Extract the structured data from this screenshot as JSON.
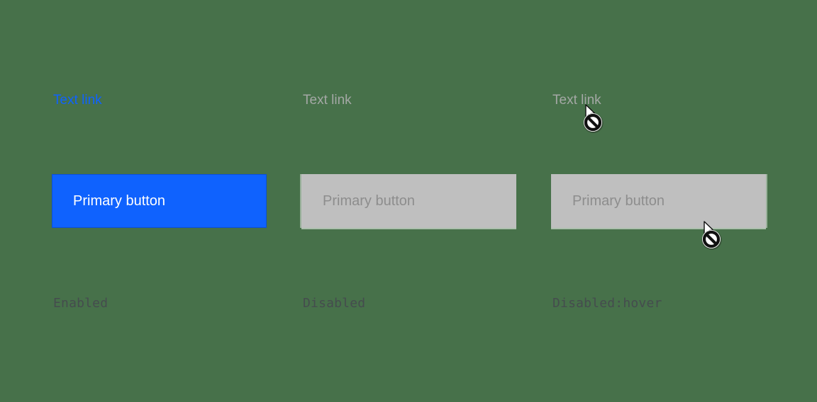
{
  "colors": {
    "background": "#47714a",
    "link_enabled": "#0f62fe",
    "link_disabled": "#a4a8a5",
    "button_primary_bg": "#0f62fe",
    "button_primary_text": "#ffffff",
    "button_disabled_bg": "#bfbfbf",
    "button_disabled_text": "#8d8d8d",
    "state_label": "#454c4e"
  },
  "columns": [
    {
      "state": "enabled",
      "text_link": {
        "label": "Text link",
        "color": "#0f62fe"
      },
      "button": {
        "label": "Primary button",
        "bg": "#0f62fe",
        "text_color": "#ffffff"
      },
      "state_label": "Enabled",
      "cursor": "none"
    },
    {
      "state": "disabled",
      "text_link": {
        "label": "Text link",
        "color": "#a4a8a5"
      },
      "button": {
        "label": "Primary button",
        "bg": "#bfbfbf",
        "text_color": "#8d8d8d"
      },
      "state_label": "Disabled",
      "cursor": "none"
    },
    {
      "state": "disabled-hover",
      "text_link": {
        "label": "Text link",
        "color": "#a4a8a5"
      },
      "button": {
        "label": "Primary button",
        "bg": "#bfbfbf",
        "text_color": "#8d8d8d"
      },
      "state_label": "Disabled:hover",
      "cursor": "blocked-cursor on text link and on button corner"
    }
  ],
  "icons": {
    "cursor_arrow": "arrow-pointer-icon",
    "blocked": "no-entry-icon"
  }
}
